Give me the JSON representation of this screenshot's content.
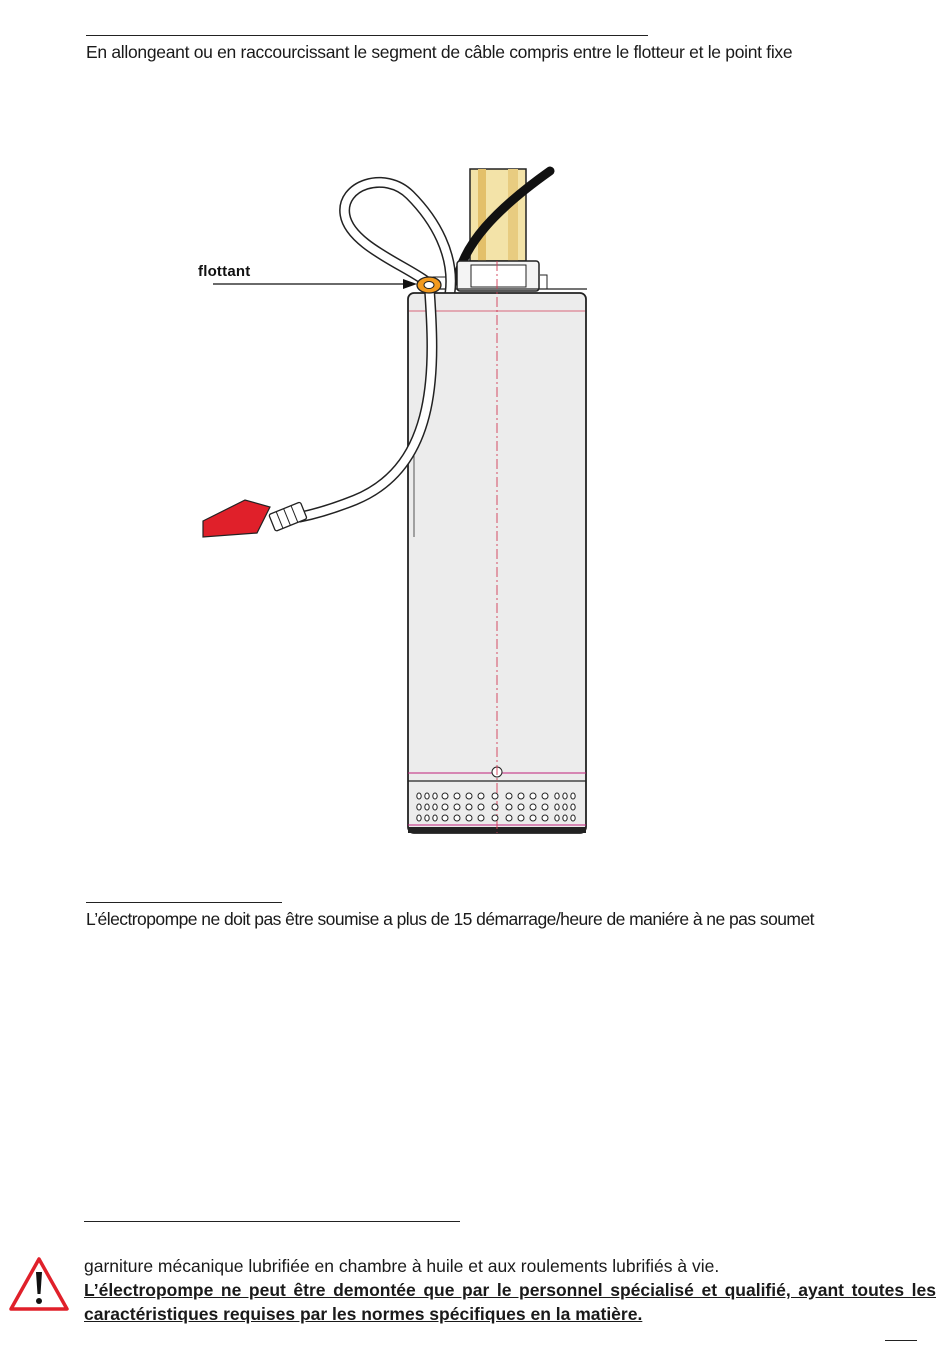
{
  "section1": {
    "paragraph": "En allongeant ou en raccourcissant le segment de câble compris entre le flotteur et le point fixe"
  },
  "figure": {
    "float_label": "flottant"
  },
  "section2": {
    "paragraph": "L’électropompe ne doit pas être soumise a plus de 15 démarrage/heure de maniére à ne pas soumet"
  },
  "section3": {
    "line1": "garniture mécanique lubrifiée en chambre à huile et aux roulements lubrifiés à vie.",
    "warning_bold": "L’électropompe ne peut être demontée que par le personnel spécialisé et qualifié, ayant toutes les caractéristiques requises par les normes spécifiques en la matière."
  },
  "icons": {
    "warning": "warning-triangle-icon"
  },
  "colors": {
    "accent_red": "#e0202a",
    "float_orange": "#f29a1e",
    "pipe_yellow": "#f3e3a8",
    "pump_body": "#ececec"
  }
}
